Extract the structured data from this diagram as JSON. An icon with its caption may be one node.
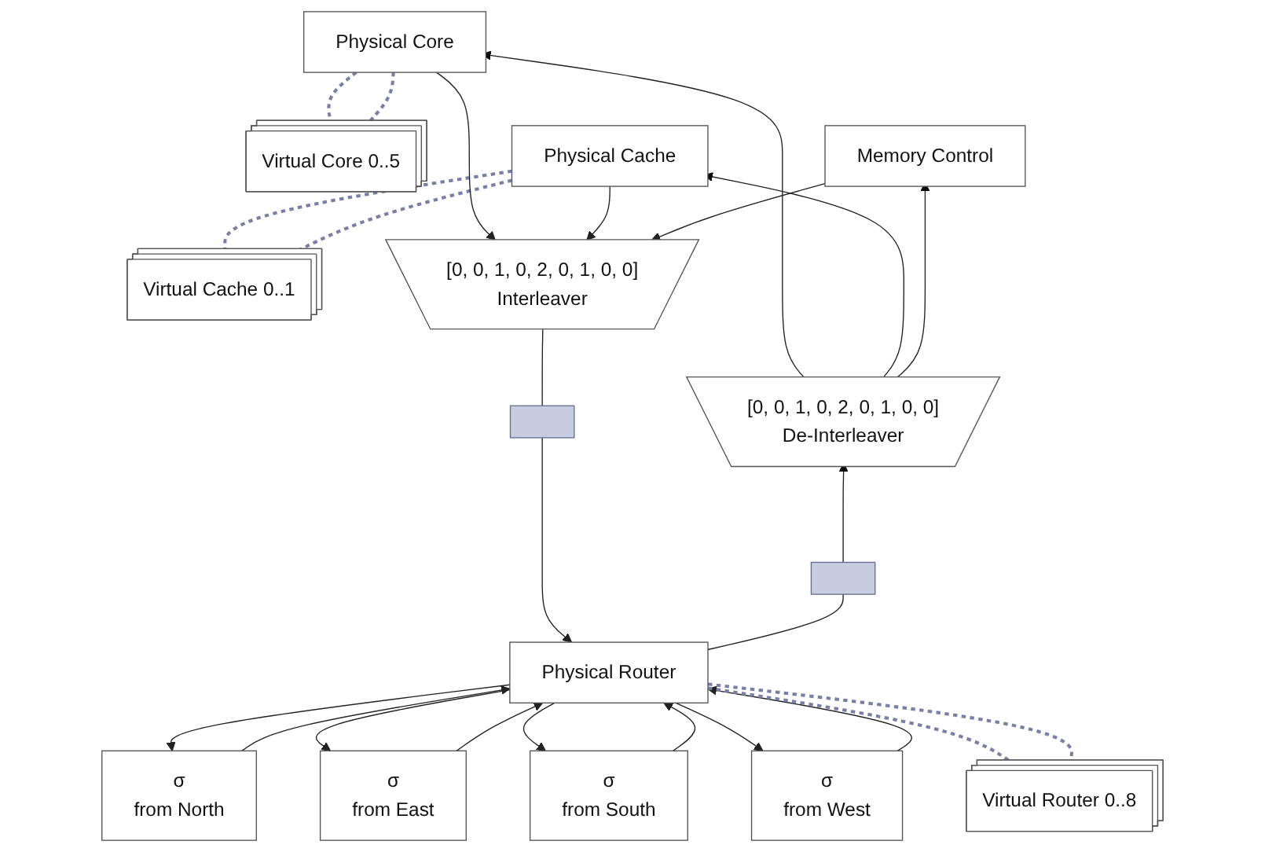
{
  "diagram": {
    "nodes": [
      {
        "text": [
          "Physical Core"
        ]
      },
      {
        "text": [
          "Virtual Core 0..5"
        ]
      },
      {
        "text": [
          "Physical Cache"
        ]
      },
      {
        "text": [
          "Virtual Cache 0..1"
        ]
      },
      {
        "text": [
          "Memory Control"
        ]
      },
      {
        "text": [
          "[0, 0, 1, 0, 2, 0, 1, 0, 0]",
          "Interleaver"
        ]
      },
      {
        "text": [
          "[0, 0, 1, 0, 2, 0, 1, 0, 0]",
          "De-Interleaver"
        ]
      },
      {
        "text": [],
        "shape": "box"
      },
      {
        "text": [],
        "shape": "box"
      },
      {
        "text": [
          "σ",
          "from North"
        ]
      },
      {
        "text": [
          "σ",
          "from East"
        ]
      },
      {
        "text": [
          "σ",
          "from South"
        ]
      },
      {
        "text": [
          "σ",
          "from West"
        ]
      },
      {
        "text": [
          "Physical Router"
        ]
      },
      {
        "text": [
          "Virtual Router 0..8"
        ]
      }
    ],
    "edges": [
      {
        "from": 0,
        "to": 1,
        "arrow": "none",
        "style": "dashed",
        "color": "#7b7fa8"
      },
      {
        "from": 0,
        "to": 1,
        "arrow": "none",
        "style": "dashed",
        "color": "#7b7fa8"
      },
      {
        "from": 2,
        "to": 3,
        "arrow": "none",
        "style": "dashed",
        "color": "#7b7fa8"
      },
      {
        "from": 2,
        "to": 3,
        "arrow": "none",
        "style": "dashed",
        "color": "#7b7fa8"
      },
      {
        "from": 0,
        "to": 5,
        "arrow": "to"
      },
      {
        "from": 2,
        "to": 5,
        "arrow": "to"
      },
      {
        "from": 4,
        "to": 5,
        "arrow": "to"
      },
      {
        "from": 6,
        "to": 0,
        "arrow": "to"
      },
      {
        "from": 6,
        "to": 2,
        "arrow": "to"
      },
      {
        "from": 6,
        "to": 4,
        "arrow": "to"
      },
      {
        "from": 5,
        "to": 7,
        "arrow": "none"
      },
      {
        "from": 7,
        "to": 13,
        "arrow": "to"
      },
      {
        "from": 13,
        "to": 8,
        "arrow": "none"
      },
      {
        "from": 8,
        "to": 6,
        "arrow": "to"
      },
      {
        "from": 13,
        "to": 9,
        "arrow": "to"
      },
      {
        "from": 9,
        "to": 13,
        "arrow": "to"
      },
      {
        "from": 13,
        "to": 10,
        "arrow": "to"
      },
      {
        "from": 10,
        "to": 13,
        "arrow": "to"
      },
      {
        "from": 13,
        "to": 11,
        "arrow": "to"
      },
      {
        "from": 11,
        "to": 13,
        "arrow": "to"
      },
      {
        "from": 13,
        "to": 12,
        "arrow": "to"
      },
      {
        "from": 12,
        "to": 13,
        "arrow": "to"
      },
      {
        "from": 13,
        "to": 14,
        "arrow": "none",
        "style": "dashed",
        "color": "#7b7fa8"
      },
      {
        "from": 13,
        "to": 14,
        "arrow": "none",
        "style": "dashed",
        "color": "#7b7fa8"
      }
    ]
  }
}
